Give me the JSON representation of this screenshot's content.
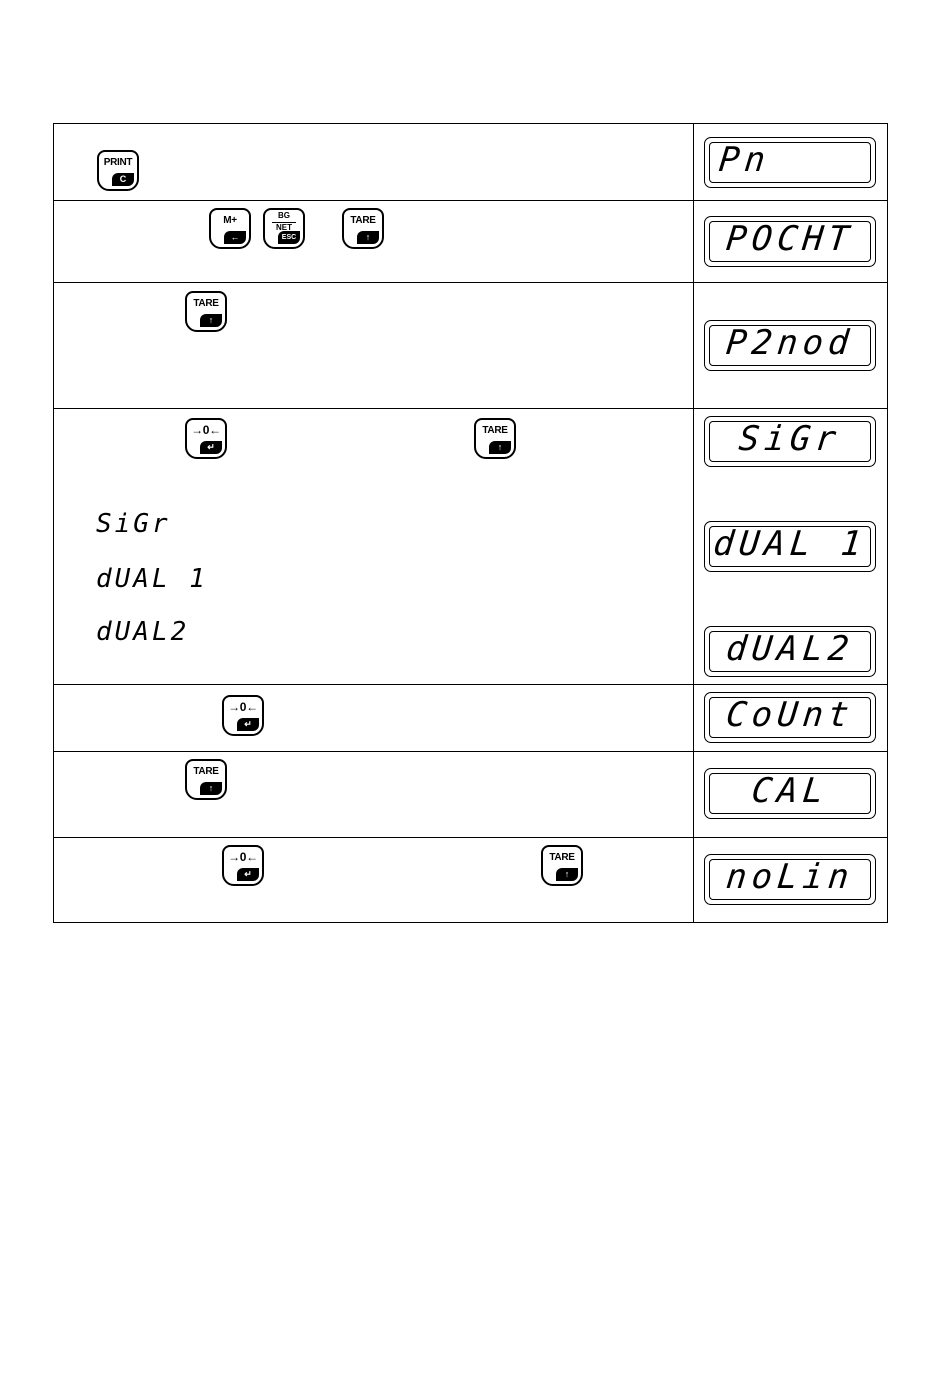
{
  "keys": {
    "print": {
      "label": "PRINT",
      "tab": "C"
    },
    "mplus": {
      "label": "M+",
      "tab": "←"
    },
    "bgnet": {
      "top": "BG",
      "bottom": "NET",
      "tab": "ESC"
    },
    "tare": {
      "label": "TARE",
      "tab": "↑"
    },
    "zero": {
      "label": "→0←",
      "tab": "↵"
    }
  },
  "displays": {
    "row1": "Pn",
    "row2": "POCHT",
    "row3": "P2nod",
    "row4a": "SiGr",
    "row4b": "dUAL 1",
    "row4c": "dUAL2",
    "row5": "CoUnt",
    "row6": "CAL",
    "row7": "noLin"
  },
  "options": [
    "SiGr",
    "dUAL 1",
    "dUAL2"
  ]
}
